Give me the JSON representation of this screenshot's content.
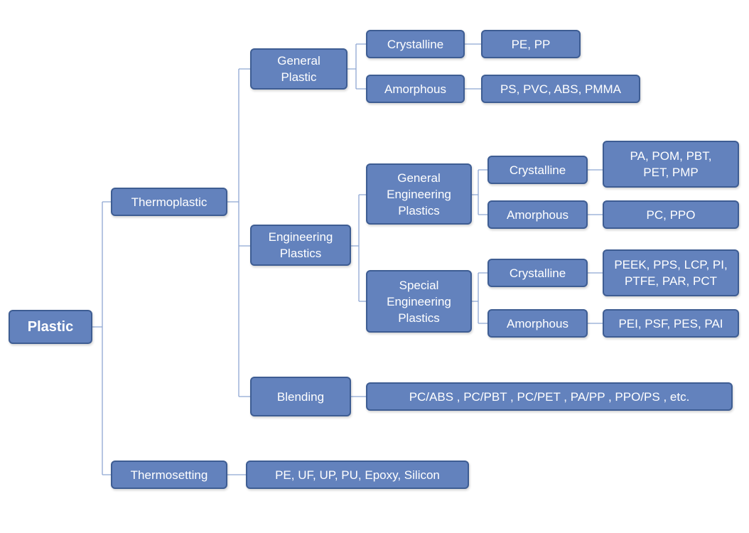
{
  "root": "Plastic",
  "thermoplastic": {
    "label": "Thermoplastic",
    "general": {
      "label": "General\nPlastic",
      "crystalline": {
        "label": "Crystalline",
        "examples": "PE, PP"
      },
      "amorphous": {
        "label": "Amorphous",
        "examples": "PS, PVC, ABS, PMMA"
      }
    },
    "engineering": {
      "label": "Engineering\nPlastics",
      "general_eng": {
        "label": "General\nEngineering\nPlastics",
        "crystalline": {
          "label": "Crystalline",
          "examples": "PA, POM, PBT,\nPET, PMP"
        },
        "amorphous": {
          "label": "Amorphous",
          "examples": "PC, PPO"
        }
      },
      "special_eng": {
        "label": "Special\nEngineering\nPlastics",
        "crystalline": {
          "label": "Crystalline",
          "examples": "PEEK, PPS, LCP, PI,\nPTFE, PAR, PCT"
        },
        "amorphous": {
          "label": "Amorphous",
          "examples": "PEI, PSF, PES, PAI"
        }
      }
    },
    "blending": {
      "label": "Blending",
      "examples": "PC/ABS , PC/PBT , PC/PET , PA/PP , PPO/PS , etc."
    }
  },
  "thermosetting": {
    "label": "Thermosetting",
    "examples": "PE, UF, UP, PU, Epoxy, Silicon"
  },
  "colors": {
    "node_fill": "#6382bd",
    "node_border": "#3e5d93",
    "connector": "#8ea6d2"
  }
}
